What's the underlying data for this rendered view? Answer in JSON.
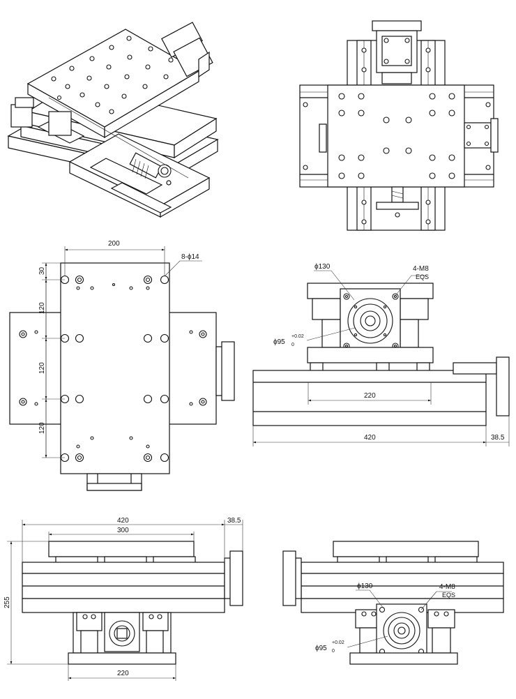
{
  "drawing": {
    "views": [
      "isometric-view",
      "top-view",
      "dimensioned-top-view",
      "right-section-view",
      "front-view",
      "side-view"
    ],
    "dims": {
      "top_width": "200",
      "hole_spec": "8-ϕ14",
      "edge_offset": "30",
      "pitch_a": "120",
      "pitch_b": "120",
      "pitch_c": "120",
      "flange_dia": "ϕ130",
      "thread_spec": "4-M8",
      "thread_depth": "EQS",
      "spigot_base": "ϕ95",
      "tol_upper": "+0.02",
      "tol_lower": "0",
      "rail_span": "220",
      "base_length": "420",
      "motor_overhang": "38.5",
      "front_length": "420",
      "front_overhang": "38.5",
      "table_length": "300",
      "total_height": "255",
      "front_rail_span": "220",
      "side_flange_dia": "ϕ130",
      "side_thread_spec": "4-M8",
      "side_thread_depth": "EQS",
      "side_spigot_base": "ϕ95",
      "side_tol_upper": "+0.02",
      "side_tol_lower": "0"
    }
  }
}
